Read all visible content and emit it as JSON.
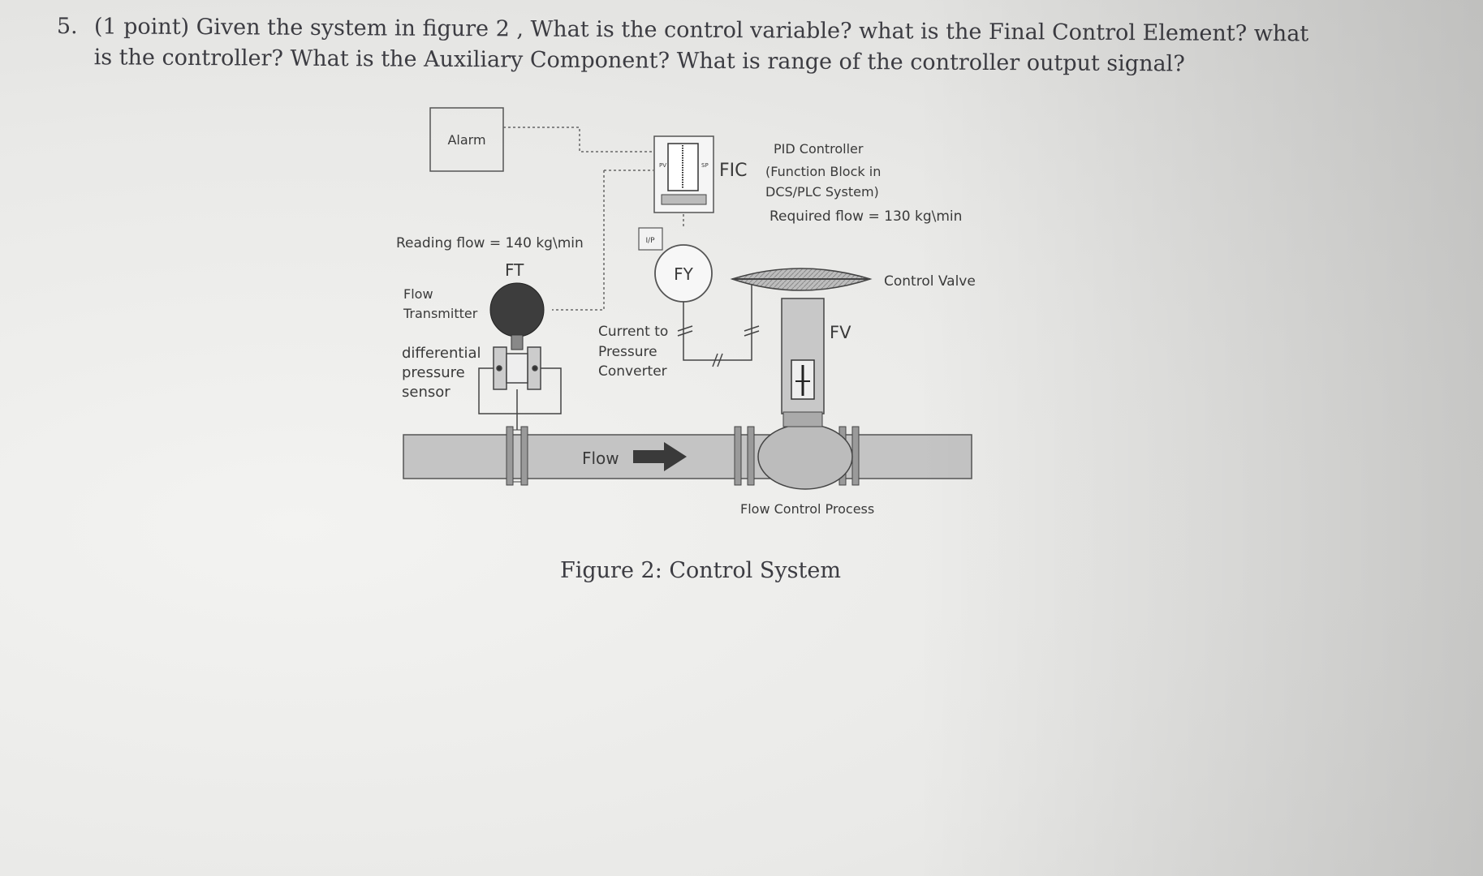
{
  "question": {
    "number": "5.",
    "text_line1": "(1 point) Given the system in figure 2 , What is the control variable? what is the Final Control Element? what",
    "text_line2": "is the controller? What is the Auxiliary Component? What is range of the controller output signal?"
  },
  "figure": {
    "alarm_label": "Alarm",
    "fic_label": "FIC",
    "pid_line1": "PID Controller",
    "pid_line2": "(Function Block in",
    "pid_line3": "DCS/PLC System)",
    "required_flow": "Required flow = 130 kg\\min",
    "reading_flow": "Reading flow = 140 kg\\min",
    "ft_label": "FT",
    "flow_transmitter_line1": "Flow",
    "flow_transmitter_line2": "Transmitter",
    "dp_line1": "differential",
    "dp_line2": "pressure",
    "dp_line3": "sensor",
    "ip_box_label": "I/P",
    "pv_tag": "PV",
    "sp_tag": "SP",
    "fy_label": "FY",
    "converter_line1": "Current to",
    "converter_line2": "Pressure",
    "converter_line3": "Converter",
    "control_valve_label": "Control Valve",
    "fv_label": "FV",
    "flow_label": "Flow",
    "process_label": "Flow Control Process",
    "caption": "Figure 2: Control System"
  }
}
